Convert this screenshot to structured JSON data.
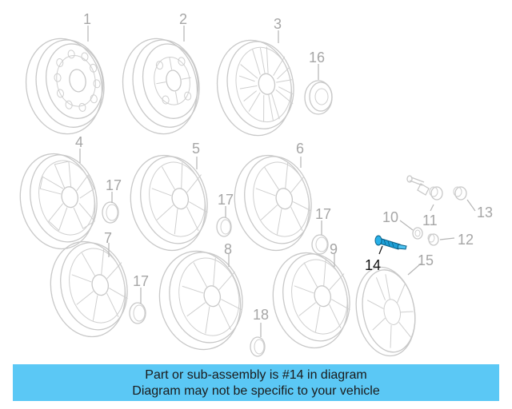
{
  "diagram": {
    "highlight_color": "#1e9fd6",
    "accent_color": "#5bc8f5",
    "callouts": [
      "1",
      "2",
      "3",
      "4",
      "5",
      "6",
      "7",
      "8",
      "9",
      "10",
      "11",
      "12",
      "13",
      "14",
      "15",
      "16",
      "17",
      "17",
      "17",
      "17",
      "18"
    ],
    "highlighted_part": "14"
  },
  "caption": {
    "line1": "Part or sub-assembly is #14 in diagram",
    "line2": "Diagram may not be specific to your vehicle"
  }
}
